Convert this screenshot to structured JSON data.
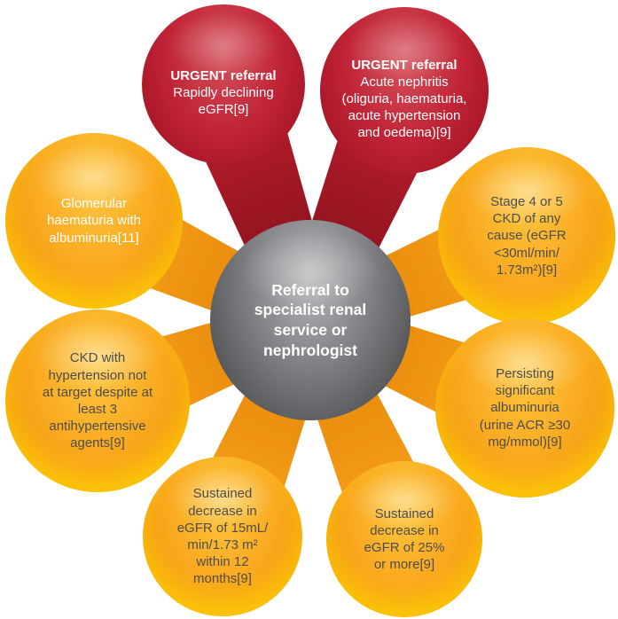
{
  "diagram": {
    "center": {
      "text": "Referral to\nspecialist renal\nservice or\nnephrologist"
    },
    "nodes": [
      {
        "title": "URGENT referral",
        "body": "Rapidly declining\neGFR[9]"
      },
      {
        "title": "URGENT referral",
        "body": "Acute nephritis\n(oliguria, haematuria,\nacute hypertension\nand oedema)[9]"
      },
      {
        "body": "Glomerular\nhaematuria with\nalbuminuria[11]"
      },
      {
        "body": "Stage 4 or 5\nCKD of any\ncause (eGFR\n<30ml/min/\n1.73m²)[9]"
      },
      {
        "body": "CKD with\nhypertension not\nat target despite at\nleast 3\nantihypertensive\nagents[9]"
      },
      {
        "body": "Persisting\nsignificant\nalbuminuria\n(urine ACR ≥30\nmg/mmol)[9]"
      },
      {
        "body": "Sustained\ndecrease in\neGFR of 15mL/\nmin/1.73 m²\nwithin 12\nmonths[9]"
      },
      {
        "body": "Sustained\ndecrease in\neGFR of 25%\nor more[9]"
      }
    ],
    "colors": {
      "urgent_red": "#be1e2d",
      "urgent_red_dark": "#7d0f1b",
      "orange": "#f9a51c",
      "orange_dark": "#e07f06",
      "yellow_highlight": "#ffdd00",
      "center_gray": "#636466",
      "dark_text": "#4d4d4f",
      "white_text": "#ffffff"
    }
  }
}
